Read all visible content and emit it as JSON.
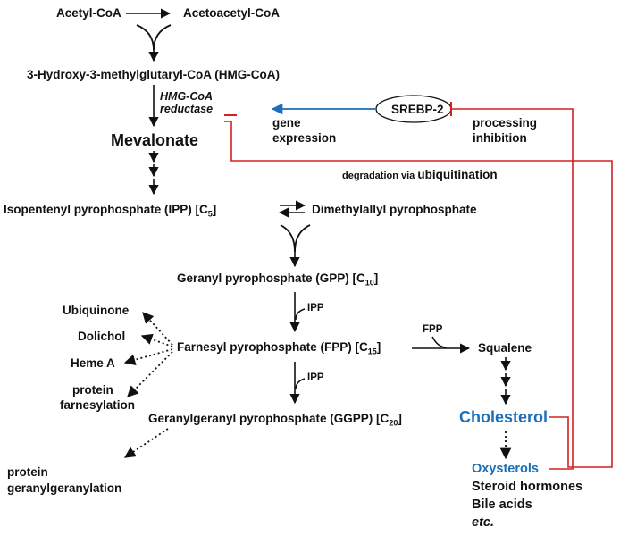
{
  "nodes": {
    "acetyl_coa": "Acetyl-CoA",
    "acetoacetyl_coa": "Acetoacetyl-CoA",
    "hmg_coa": "3-Hydroxy-3-methylglutaryl-CoA (HMG-CoA)",
    "enzyme_line1": "HMG-CoA",
    "enzyme_line2": "reductase",
    "mevalonate": "Mevalonate",
    "srebp2": "SREBP-2",
    "gene_line1": "gene",
    "gene_line2": "expression",
    "processing_line1": "processing",
    "processing_line2": "inhibition",
    "degradation_prefix": "degradation via ",
    "degradation_word": "ubiquitination",
    "ipp_text": "Isopentenyl pyrophosphate (IPP) [C",
    "ipp_sub": "5",
    "dmapp": "Dimethylallyl pyrophosphate",
    "gpp_text": "Geranyl pyrophosphate (GPP) [C",
    "gpp_sub": "10",
    "ipp_label_1": "IPP",
    "fpp_text": "Farnesyl pyrophosphate (FPP) [C",
    "fpp_sub": "15",
    "fpp_label": "FPP",
    "squalene": "Squalene",
    "ipp_label_2": "IPP",
    "ggpp_text": "Geranylgeranyl pyrophosphate (GGPP) [C",
    "ggpp_sub": "20",
    "bracket_close": "]",
    "cholesterol": "Cholesterol",
    "ubiquinone": "Ubiquinone",
    "dolichol": "Dolichol",
    "heme_a": "Heme A",
    "protein_farn_1": "protein",
    "protein_farn_2": "farnesylation",
    "protein_gg_1": "protein",
    "protein_gg_2": "geranylgeranylation",
    "oxysterols": "Oxysterols",
    "steroid_hormones": "Steroid hormones",
    "bile_acids": "Bile acids",
    "etc": "etc."
  },
  "colors": {
    "text": "#111111",
    "highlight": "#1b6fb8",
    "inhibition": "#d42020",
    "activation_arrow": "#1b6fb8"
  }
}
